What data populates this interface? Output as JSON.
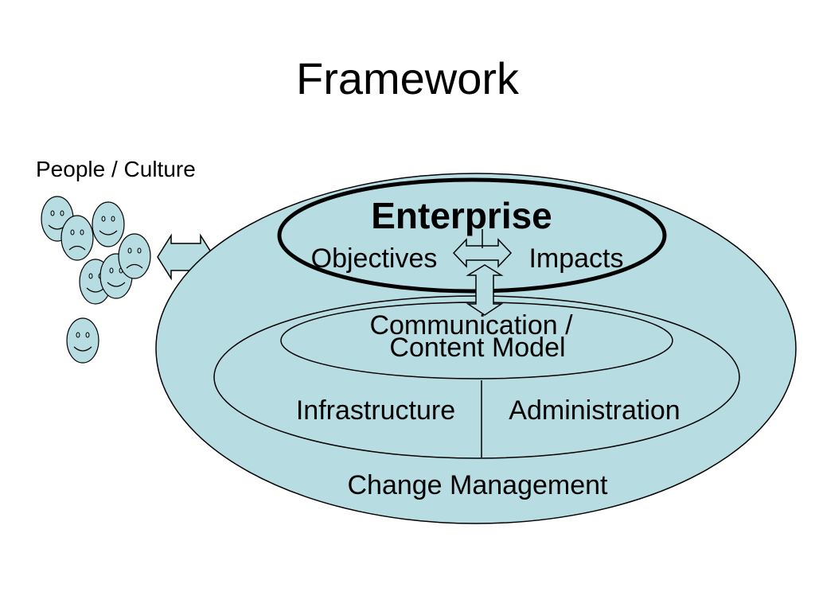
{
  "title": "Framework",
  "people_culture_label": "People / Culture",
  "enterprise": {
    "title": "Enterprise",
    "objectives_label": "Objectives",
    "impacts_label": "Impacts"
  },
  "communication_label_line1": "Communication /",
  "communication_label_line2": "Content Model",
  "infrastructure_label": "Infrastructure",
  "administration_label": "Administration",
  "change_management_label": "Change Management",
  "colors": {
    "fill": "#b7dde3",
    "stroke": "#000000",
    "background": "#ffffff"
  },
  "faces": [
    {
      "mood": "happy"
    },
    {
      "mood": "sad"
    },
    {
      "mood": "happy"
    },
    {
      "mood": "happy"
    },
    {
      "mood": "happy"
    },
    {
      "mood": "sad"
    },
    {
      "mood": "happy"
    }
  ]
}
